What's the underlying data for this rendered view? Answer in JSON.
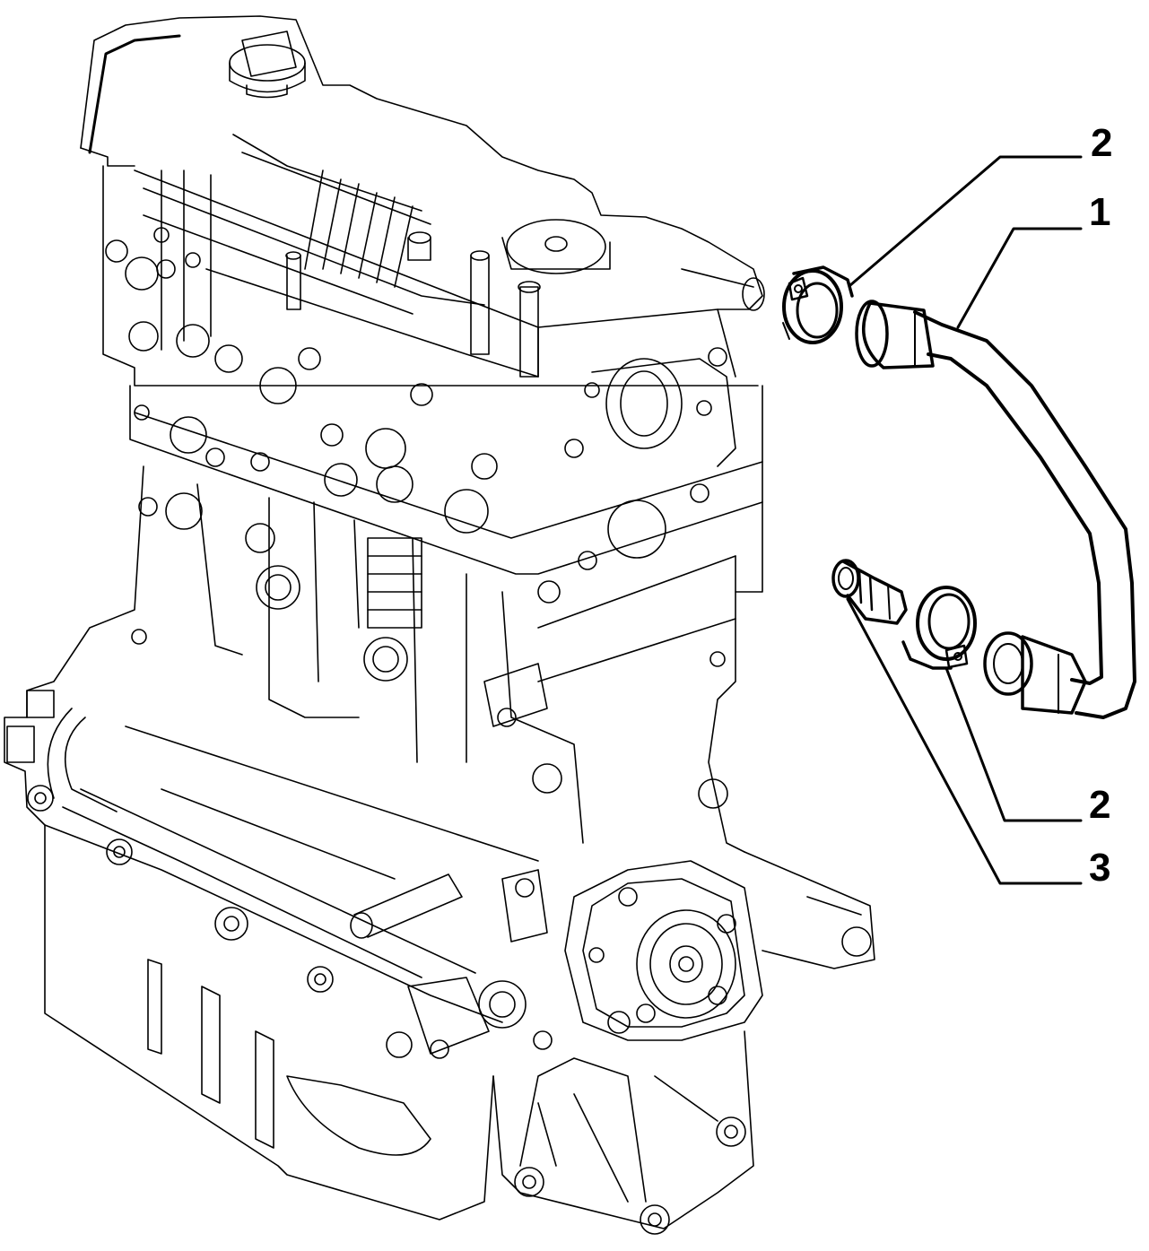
{
  "diagram": {
    "callouts": {
      "hose": "1",
      "clamp_upper": "2",
      "clamp_lower": "2",
      "fitting": "3"
    },
    "colors": {
      "line": "#000000",
      "background": "#ffffff"
    }
  }
}
